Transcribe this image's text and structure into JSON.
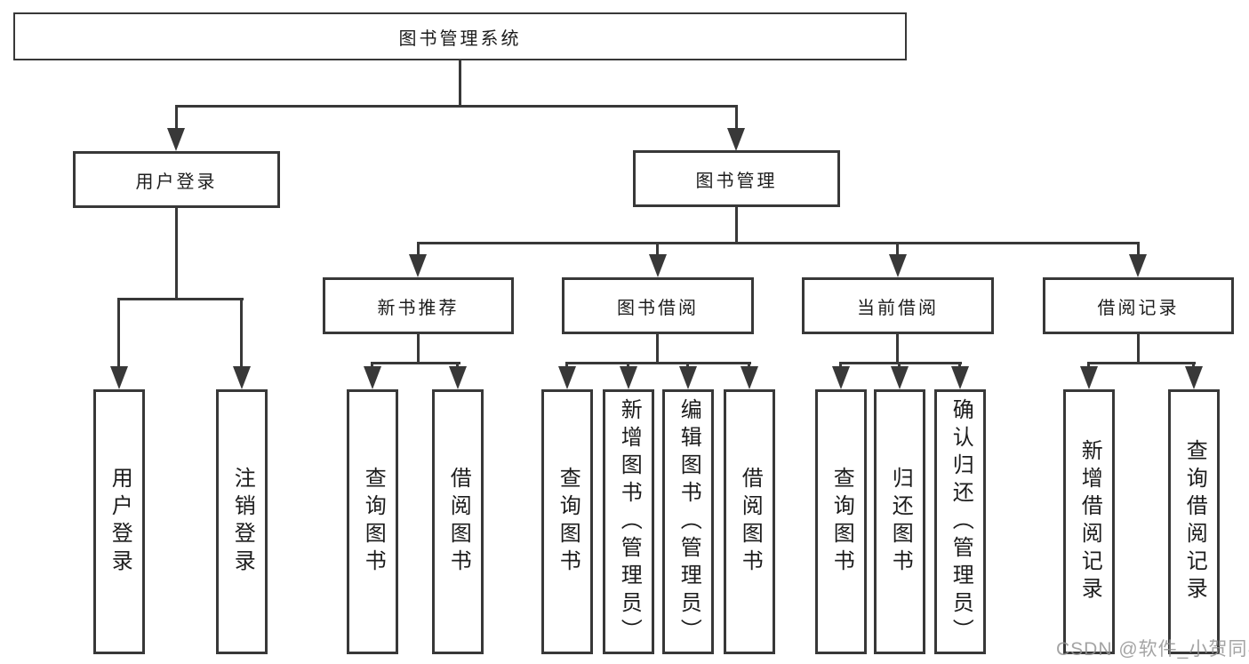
{
  "tree": {
    "label": "图书管理系统",
    "children": [
      {
        "label": "用户登录",
        "children": [
          {
            "label": "用户登录"
          },
          {
            "label": "注销登录"
          }
        ]
      },
      {
        "label": "图书管理",
        "children": [
          {
            "label": "新书推荐",
            "children": [
              {
                "label": "查询图书"
              },
              {
                "label": "借阅图书"
              }
            ]
          },
          {
            "label": "图书借阅",
            "children": [
              {
                "label": "查询图书"
              },
              {
                "label": "新增图书（管理员）"
              },
              {
                "label": "编辑图书（管理员）"
              },
              {
                "label": "借阅图书"
              }
            ]
          },
          {
            "label": "当前借阅",
            "children": [
              {
                "label": "查询图书"
              },
              {
                "label": "归还图书"
              },
              {
                "label": "确认归还（管理员）"
              }
            ]
          },
          {
            "label": "借阅记录",
            "children": [
              {
                "label": "新增借阅记录"
              },
              {
                "label": "查询借阅记录"
              }
            ]
          }
        ]
      }
    ]
  },
  "watermark": "CSDN @软件_小贺同学",
  "colors": {
    "line": "#383838",
    "text": "#1c1c1c",
    "background": "#ffffff",
    "watermark": "#949494"
  }
}
